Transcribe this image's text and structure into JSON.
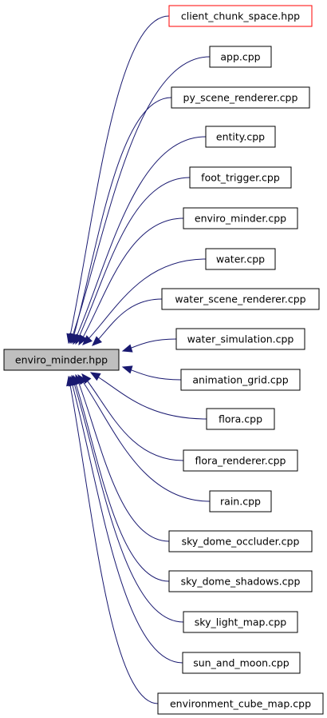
{
  "diagram": {
    "focus": {
      "label": "enviro_minder.hpp"
    },
    "includers": [
      {
        "label": "client_chunk_space.hpp",
        "highlight": true
      },
      {
        "label": "app.cpp"
      },
      {
        "label": "py_scene_renderer.cpp"
      },
      {
        "label": "entity.cpp"
      },
      {
        "label": "foot_trigger.cpp"
      },
      {
        "label": "enviro_minder.cpp"
      },
      {
        "label": "water.cpp"
      },
      {
        "label": "water_scene_renderer.cpp"
      },
      {
        "label": "water_simulation.cpp"
      },
      {
        "label": "animation_grid.cpp"
      },
      {
        "label": "flora.cpp"
      },
      {
        "label": "flora_renderer.cpp"
      },
      {
        "label": "rain.cpp"
      },
      {
        "label": "sky_dome_occluder.cpp"
      },
      {
        "label": "sky_dome_shadows.cpp"
      },
      {
        "label": "sky_light_map.cpp"
      },
      {
        "label": "sun_and_moon.cpp"
      },
      {
        "label": "environment_cube_map.cpp"
      }
    ],
    "colors": {
      "edge": "#191970",
      "focus_fill": "#bfbfbf",
      "highlight_border": "#ff0000",
      "border": "#000000"
    }
  }
}
